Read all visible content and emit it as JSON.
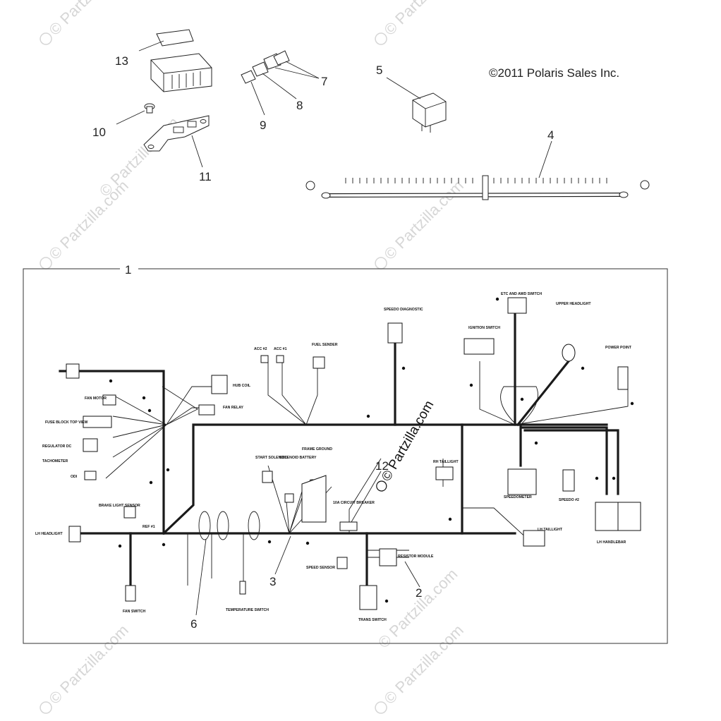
{
  "copyright": "©2011 Polaris Sales Inc.",
  "watermark": "© Partzilla.com",
  "callouts": [
    "1",
    "2",
    "3",
    "4",
    "5",
    "6",
    "7",
    "8",
    "9",
    "10",
    "11",
    "12",
    "13"
  ],
  "harness_labels": {
    "speedo_diagnostic": "SPEEDO DIAGNOSTIC",
    "etc_awd": "ETC AND AWD SWITCH",
    "upper_headlight": "UPPER HEADLIGHT",
    "ignition_switch": "IGNITION SWITCH",
    "power_point": "POWER POINT",
    "acc2": "ACC #2",
    "acc1": "ACC #1",
    "fuel_sender": "FUEL SENDER",
    "hub_coil": "HUB COIL",
    "fan_relay": "FAN RELAY",
    "fan_motor": "FAN MOTOR",
    "fuse_block": "FUSE BLOCK TOP VIEW",
    "regulator_dc": "REGULATOR DC",
    "tachometer": "TACHOMETER",
    "odi": "ODI",
    "brake_light_sensor": "BRAKE LIGHT SENSOR",
    "lh_headlight": "LH HEADLIGHT",
    "start_solenoid": "START SOLENOID",
    "solenoid_battery": "SOLENOID BATTERY",
    "frame_ground": "FRAME GROUND",
    "circuit_breaker": "10A CIRCUIT BREAKER",
    "rh_taillight": "RH TAILLIGHT",
    "speedometer": "SPEEDOMETER",
    "speedo2": "SPEEDO #2",
    "lh_taillight": "LH TAILLIGHT",
    "lh_handlebar": "LH HANDLEBAR",
    "resistor_module": "RESISTOR MODULE",
    "speed_sensor": "SPEED SENSOR",
    "trans_switch": "TRANS SWITCH",
    "temperature_switch": "TEMPERATURE SWITCH",
    "fan_switch": "FAN SWITCH",
    "rep": "REF #1"
  },
  "colors": {
    "line": "#1a1a1a",
    "watermark": "#d6d6d6",
    "background": "#ffffff"
  }
}
